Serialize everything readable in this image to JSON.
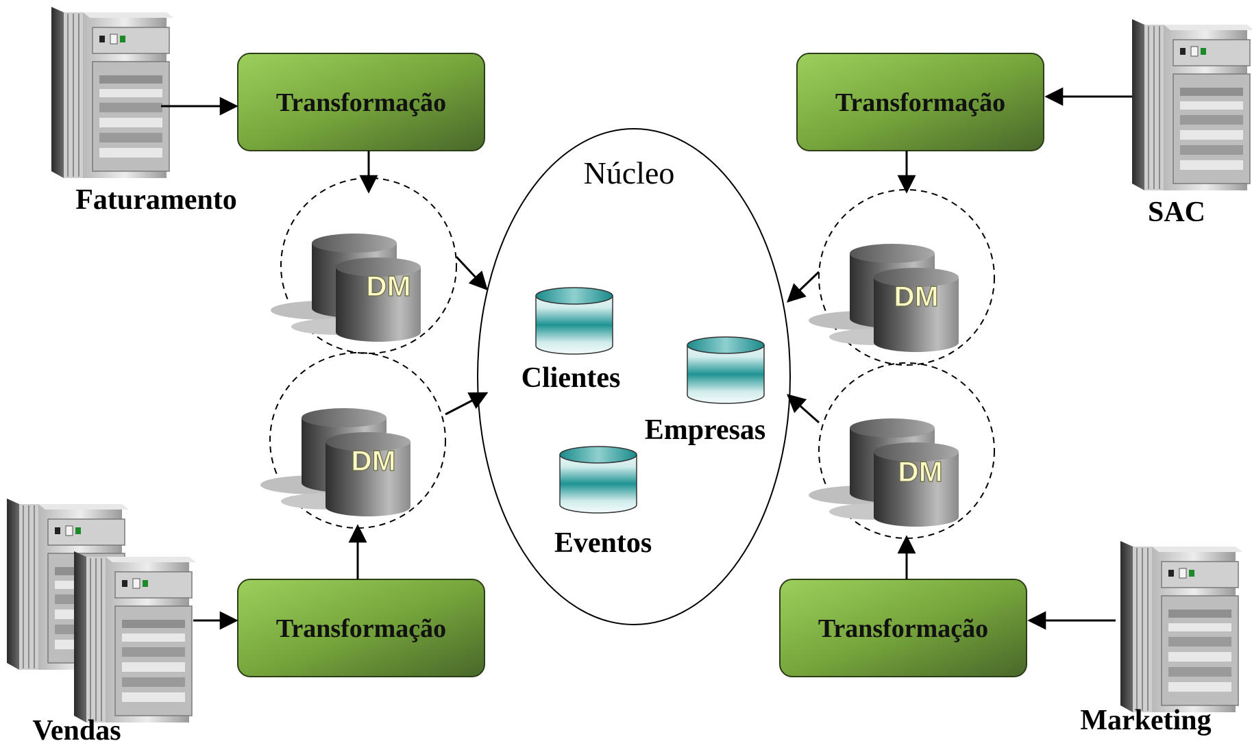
{
  "core": {
    "title": "Núcleo"
  },
  "core_tables": [
    {
      "id": "clientes",
      "label": "Clientes"
    },
    {
      "id": "empresas",
      "label": "Empresas"
    },
    {
      "id": "eventos",
      "label": "Eventos"
    }
  ],
  "sources": [
    {
      "id": "faturamento",
      "label": "Faturamento"
    },
    {
      "id": "sac",
      "label": "SAC"
    },
    {
      "id": "vendas",
      "label": "Vendas"
    },
    {
      "id": "marketing",
      "label": "Marketing"
    }
  ],
  "transform_label": "Transformação",
  "datamart_label": "DM",
  "colors": {
    "box_top": "#96c95a",
    "box_bottom": "#4f6f2a",
    "teal": "#2a9b9b",
    "cyl_gray_dark": "#3a3a3a",
    "cyl_gray_light": "#c8c8c8"
  }
}
